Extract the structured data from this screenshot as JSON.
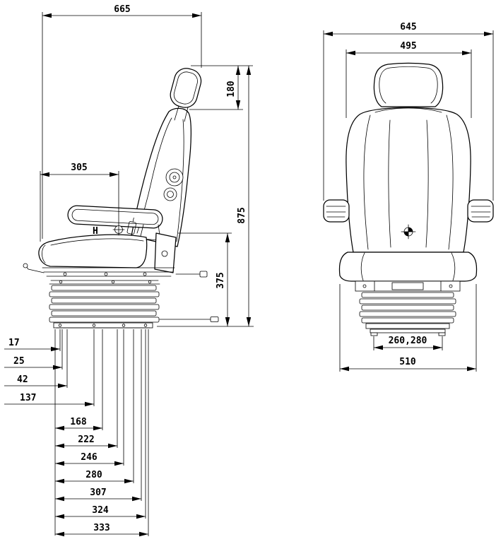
{
  "side_view": {
    "dim_overall_length": "665",
    "dim_headrest_range": "180",
    "dim_hpoint_depth": "305",
    "dim_overall_height": "875",
    "dim_suspension_height": "375",
    "h_point_label": "H",
    "base_offsets": [
      "17",
      "25",
      "42",
      "137",
      "168",
      "222",
      "246",
      "280",
      "307",
      "324",
      "333"
    ]
  },
  "front_view": {
    "dim_overall_width": "645",
    "dim_backrest_width": "495",
    "dim_rail_spacing": "260,280",
    "dim_base_width": "510"
  }
}
